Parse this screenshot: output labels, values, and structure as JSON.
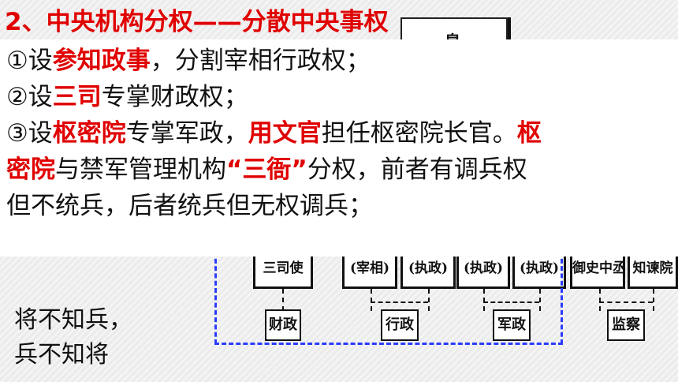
{
  "slide": {
    "title": "2、中央机构分权——分散中央事权",
    "behind_box_char": "皇"
  },
  "textbox": {
    "line1": {
      "prefix": "①设",
      "red": "参知政事",
      "suffix": "，分割宰相行政权；"
    },
    "line2": {
      "prefix": "②设",
      "red": "三司",
      "suffix": "专掌财政权；"
    },
    "line3": {
      "prefix": "③设",
      "red1": "枢密院",
      "mid": "专掌军政，",
      "red2": "用文官",
      "tail": "担任枢密院长官。",
      "red3": "枢"
    },
    "line4": {
      "red": "密院",
      "mid": "与禁军管理机构",
      "red2": "“三衙”",
      "suffix": "分权，前者有调兵权"
    },
    "line5": {
      "text": "但不统兵，后者统兵但无权调兵；"
    }
  },
  "chart": {
    "boxes": [
      {
        "label": "三司使"
      },
      {
        "label": "(宰相)"
      },
      {
        "label": "(执政)"
      },
      {
        "label": "(执政)"
      },
      {
        "label": "(执政)"
      },
      {
        "label": "御史中丞"
      },
      {
        "label": "知谏院"
      }
    ],
    "functions": [
      "财政",
      "行政",
      "军政",
      "监察"
    ]
  },
  "side_note": {
    "line1": "将不知兵，",
    "line2": "兵不知将"
  },
  "colors": {
    "red": "#e00000",
    "blue_dash": "#2a3cff"
  }
}
